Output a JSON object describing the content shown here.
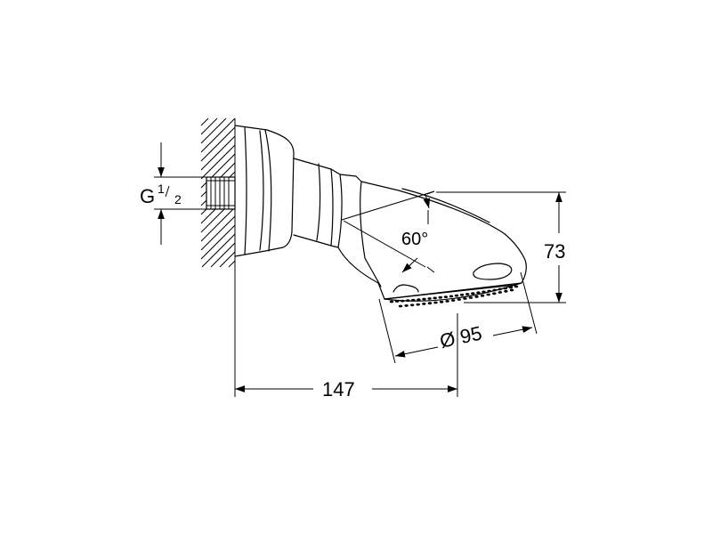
{
  "dimensions": {
    "thread_main": "G",
    "thread_num": "1",
    "thread_den": "2",
    "angle": "60°",
    "height": "73",
    "diameter": "Ø 95",
    "length": "147"
  }
}
